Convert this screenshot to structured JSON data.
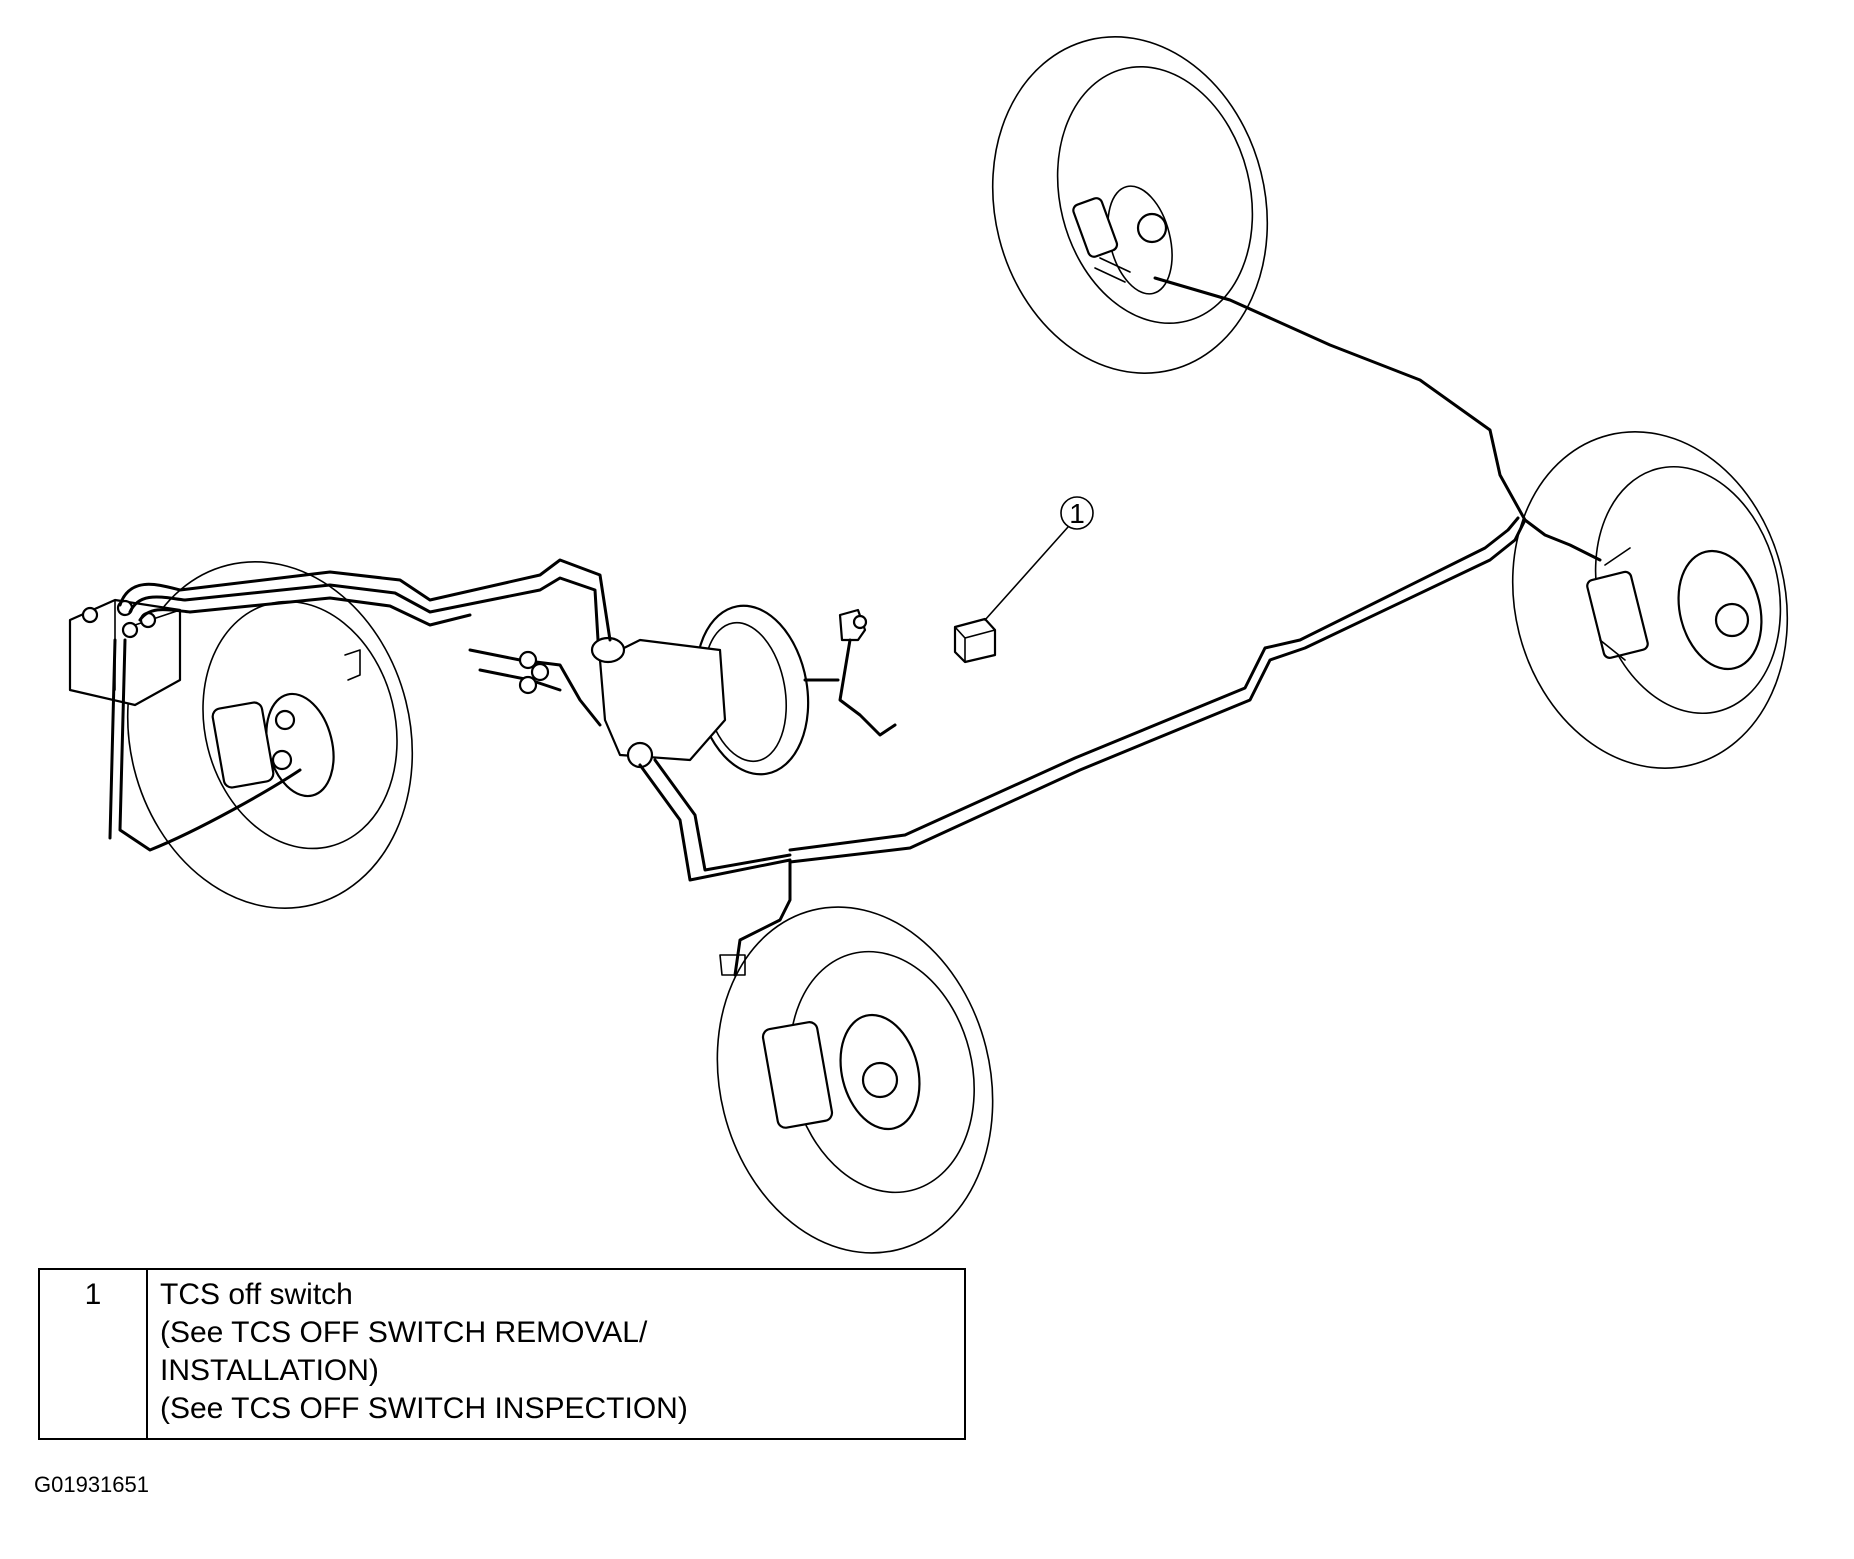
{
  "diagram": {
    "callout_label": "1"
  },
  "legend": {
    "number": "1",
    "lines": [
      "TCS off switch",
      "(See TCS OFF SWITCH REMOVAL/",
      "INSTALLATION)",
      "(See TCS OFF SWITCH INSPECTION)"
    ]
  },
  "figure_code": "G01931651"
}
